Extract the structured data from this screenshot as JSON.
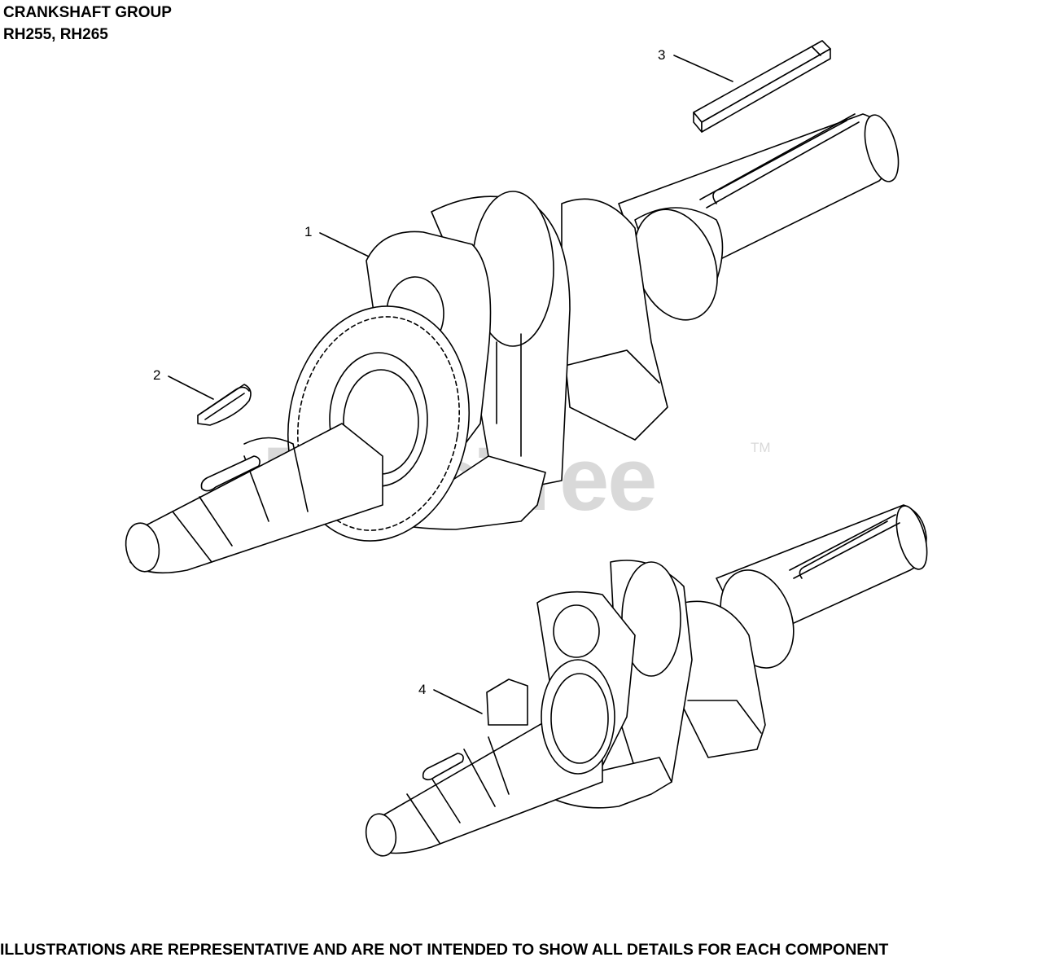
{
  "header": {
    "title": "CRANKSHAFT GROUP",
    "models": "RH255, RH265"
  },
  "watermark": {
    "text": "PartsTree",
    "trademark": "TM"
  },
  "callouts": [
    "1",
    "2",
    "3",
    "4"
  ],
  "footer": {
    "disclaimer": "ILLUSTRATIONS ARE REPRESENTATIVE AND ARE NOT INTENDED TO SHOW ALL DETAILS FOR EACH COMPONENT"
  }
}
